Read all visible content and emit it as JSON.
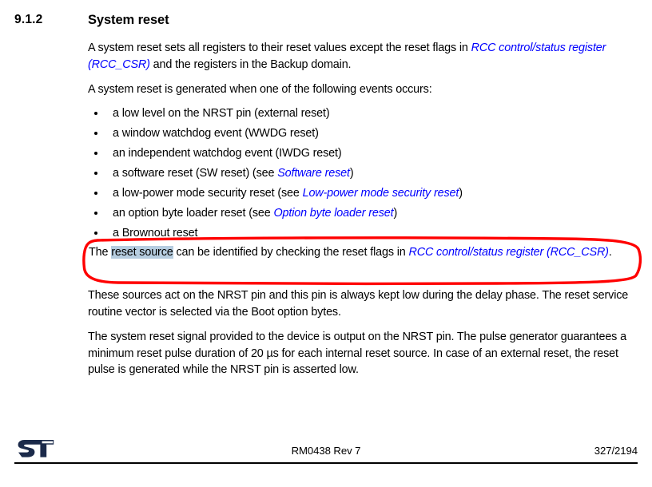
{
  "document": {
    "heading": {
      "number": "9.1.2",
      "title": "System reset"
    },
    "intro_paragraph": {
      "before": "A system reset sets all registers to their reset values except the reset flags in ",
      "xref": "RCC control/status register (RCC_CSR)",
      "after": " and the registers in the Backup domain."
    },
    "list_intro": "A system reset is generated when one of the following events occurs:",
    "bullets": [
      {
        "text": "a low level on the NRST pin (external reset)",
        "xref": "",
        "suffix": ""
      },
      {
        "text": "a window watchdog event (WWDG reset)",
        "xref": "",
        "suffix": ""
      },
      {
        "text": "an independent watchdog event (IWDG reset)",
        "xref": "",
        "suffix": ""
      },
      {
        "text": "a software reset (SW reset) (see ",
        "xref": "Software reset",
        "suffix": ")"
      },
      {
        "text": "a low-power mode security reset (see ",
        "xref": "Low-power mode security reset",
        "suffix": ")"
      },
      {
        "text": "an option byte loader reset (see ",
        "xref": "Option byte loader reset",
        "suffix": ")"
      },
      {
        "text": "a Brownout reset",
        "xref": "",
        "suffix": ""
      }
    ],
    "annotated_paragraph": {
      "lead": "The ",
      "selected": "reset source",
      "middle": " can be identified by checking the reset flags in ",
      "xref": "RCC control/status register (RCC_CSR)",
      "tail": "."
    },
    "paragraph_nrst": "These sources act on the NRST pin and this pin is always kept low during the delay phase. The reset service routine vector is selected via the Boot option bytes.",
    "paragraph_pulse": "The system reset signal provided to the device is output on the NRST pin. The pulse generator guarantees a minimum reset pulse duration of 20 µs for each internal reset source. In case of an external reset, the reset pulse is generated while the NRST pin is asserted low."
  },
  "footer": {
    "logo_name": "st-logo",
    "document_revision": "RM0438 Rev 7",
    "page_number": "327/2194"
  },
  "colors": {
    "xref_blue": "#0000ff",
    "selection_highlight": "#b6cde0",
    "annotation_red": "#ff0000",
    "logo_navy": "#1b2a4a",
    "text_black": "#000000"
  }
}
